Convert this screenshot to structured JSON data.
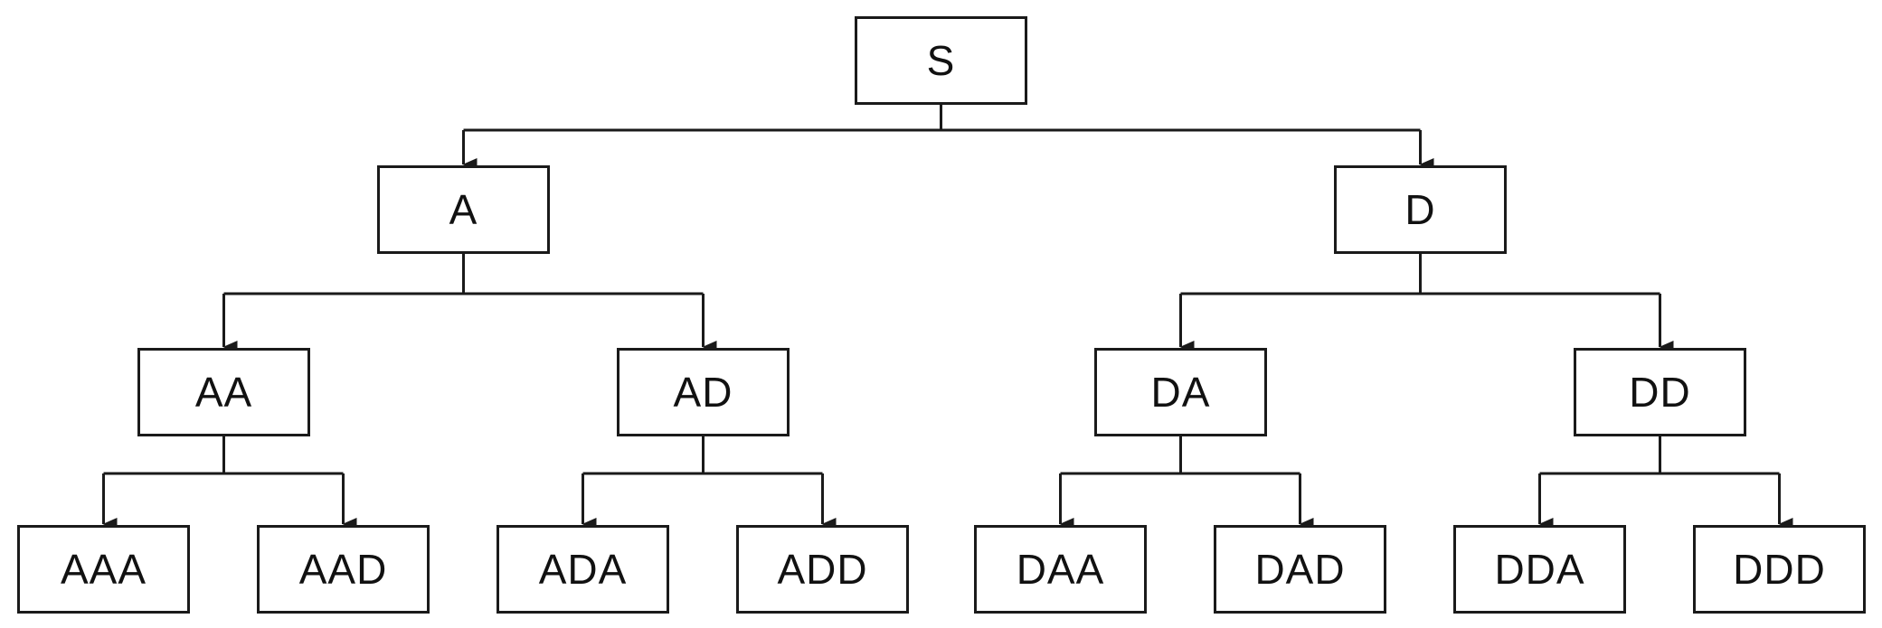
{
  "tree": {
    "root": {
      "label": "S",
      "left": {
        "label": "A",
        "left": {
          "label": "AA",
          "left": {
            "label": "AAA"
          },
          "right": {
            "label": "AAD"
          }
        },
        "right": {
          "label": "AD",
          "left": {
            "label": "ADA"
          },
          "right": {
            "label": "ADD"
          }
        }
      },
      "right": {
        "label": "D",
        "left": {
          "label": "DA",
          "left": {
            "label": "DAA"
          },
          "right": {
            "label": "DAD"
          }
        },
        "right": {
          "label": "DD",
          "left": {
            "label": "DDA"
          },
          "right": {
            "label": "DDD"
          }
        }
      }
    }
  }
}
